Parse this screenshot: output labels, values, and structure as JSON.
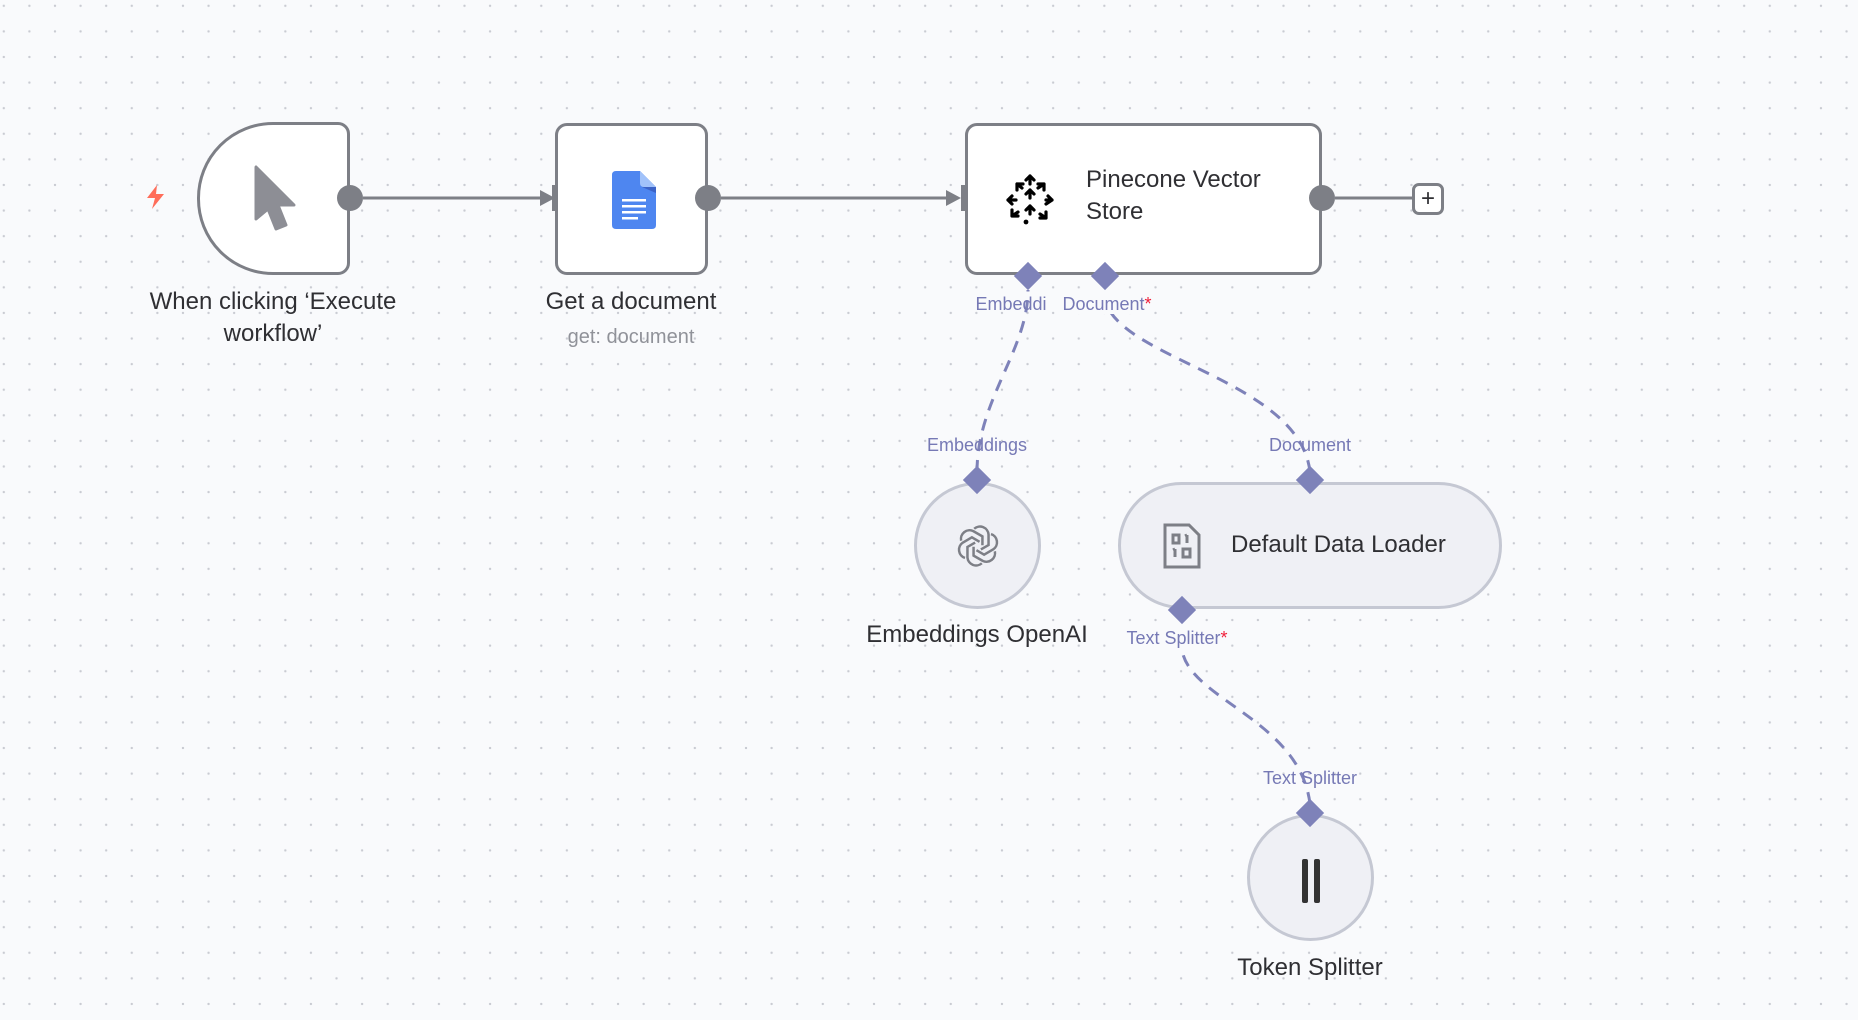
{
  "canvas": {
    "background": "#f9fafc",
    "colors": {
      "main_edge": "#7d7f86",
      "sub_edge": "#7e82b9",
      "port_label": "#7679b5",
      "required_marker": "#f0203a",
      "trigger_bolt": "#ff6d5a"
    }
  },
  "nodes": {
    "trigger": {
      "title_line1": "When clicking ‘Execute",
      "title_line2": "workflow’",
      "icon": "cursor-icon",
      "trigger_icon": "lightning-bolt-icon"
    },
    "gdoc": {
      "title": "Get a document",
      "subtitle": "get: document",
      "icon": "google-docs-icon"
    },
    "pinecone": {
      "title_line1": "Pinecone Vector",
      "title_line2": "Store",
      "icon": "pinecone-icon",
      "ports": {
        "embedding": "Embeddi",
        "document": "Document",
        "required_mark": "*"
      }
    },
    "openai": {
      "title": "Embeddings OpenAI",
      "icon": "openai-icon",
      "port": "Embeddings"
    },
    "loader": {
      "title": "Default Data Loader",
      "icon": "binary-file-icon",
      "port_top": "Document",
      "port_bottom": "Text Splitter",
      "required_mark": "*"
    },
    "token": {
      "title": "Token Splitter",
      "icon": "token-splitter-icon",
      "port": "Text Splitter"
    }
  },
  "add_button": {
    "label": "+",
    "icon": "plus-icon"
  }
}
